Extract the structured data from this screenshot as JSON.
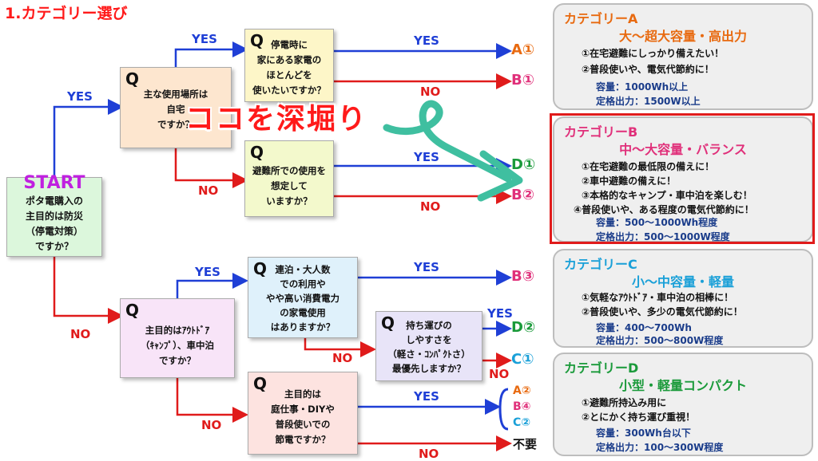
{
  "title": "1.カテゴリー選び",
  "start": {
    "label": "START",
    "text": "ポタ電購入の\n主目的は防災\n（停電対策）\nですか？"
  },
  "q_marker": "Q",
  "questions": {
    "home_use": "主な使用場所は\n自宅\nですか？",
    "power_outage": "停電時に\n家にある家電の\nほとんどを\n使いたいですか？",
    "evacuation": "避難所での使用を\n想定して\nいますか？",
    "outdoor": "主目的はｱｳﾄﾄﾞｱ\n（ｷｬﾝﾌﾟ）、車中泊\nですか？",
    "long_stay": "連泊・大人数\nでの利用や\nやや高い消費電力\nの家電使用\nはありますか？",
    "portability": "持ち運びの\nしやすさを\n（軽さ・ｺﾝﾊﾟｸﾄさ）\n最優先しますか？",
    "diy": "主目的は\n庭仕事・DIYや\n普段使いでの\n節電ですか？"
  },
  "labels": {
    "yes": "YES",
    "no": "NO"
  },
  "results": {
    "a1": "A①",
    "b1": "B①",
    "d1": "D①",
    "b2": "B②",
    "b3": "B③",
    "d2": "D②",
    "c1": "C①",
    "a2": "A②",
    "b4": "B④",
    "c2": "C②",
    "none": "不要"
  },
  "overlay_text": "ココを深堀り",
  "categories": [
    {
      "name": "カテゴリーA",
      "subtitle": "大～超大容量・高出力",
      "color": "#e86a10",
      "sub_color": "#e86a10",
      "bullets": [
        "①在宅避難にしっかり備えたい！",
        "②普段使いや、電気代節約に！"
      ],
      "specs": [
        "容量：1000Wh以上",
        "定格出力：1500W以上"
      ]
    },
    {
      "name": "カテゴリーB",
      "subtitle": "中～大容量・バランス",
      "color": "#e0307a",
      "sub_color": "#e0307a",
      "bullets": [
        "①在宅避難の最低限の備えに！",
        "②車中避難の備えに！",
        "③本格的なキャンプ・車中泊を楽しむ！",
        "④普段使いや、ある程度の電気代節約に！"
      ],
      "specs": [
        "容量：500～1000Wh程度",
        "定格出力：500～1000W程度"
      ]
    },
    {
      "name": "カテゴリーC",
      "subtitle": "小～中容量・軽量",
      "color": "#1aa0d8",
      "sub_color": "#1aa0d8",
      "bullets": [
        "①気軽なｱｳﾄﾄﾞｱ・車中泊の相棒に！",
        "②普段使いや、多少の電気代節約に！"
      ],
      "specs": [
        "容量：400～700Wh",
        "定格出力：500～800W程度"
      ]
    },
    {
      "name": "カテゴリーD",
      "subtitle": "小型・軽量コンパクト",
      "color": "#1a9a3a",
      "sub_color": "#1a9a3a",
      "bullets": [
        "①避難所持込み用に",
        "②とにかく持ち運び重視！"
      ],
      "specs": [
        "容量：300Wh台以下",
        "定格出力：100～300W程度"
      ]
    }
  ],
  "colors": {
    "yes_line": "#1f3fd6",
    "no_line": "#e01b1b",
    "start_fill": "#dcf7dc",
    "start_text": "#c020e0",
    "home_fill": "#fde6cf",
    "power_fill": "#fdf6c8",
    "evac_fill": "#f3f9cc",
    "outdoor_fill": "#f8e4f8",
    "long_fill": "#dff1fb",
    "port_fill": "#e8e4f8",
    "diy_fill": "#fde3e0",
    "arrow_teal": "#3fbfa0",
    "result_a": "#e86a10",
    "result_b": "#e0307a",
    "result_c": "#1aa0d8",
    "result_d": "#1a9a3a"
  }
}
